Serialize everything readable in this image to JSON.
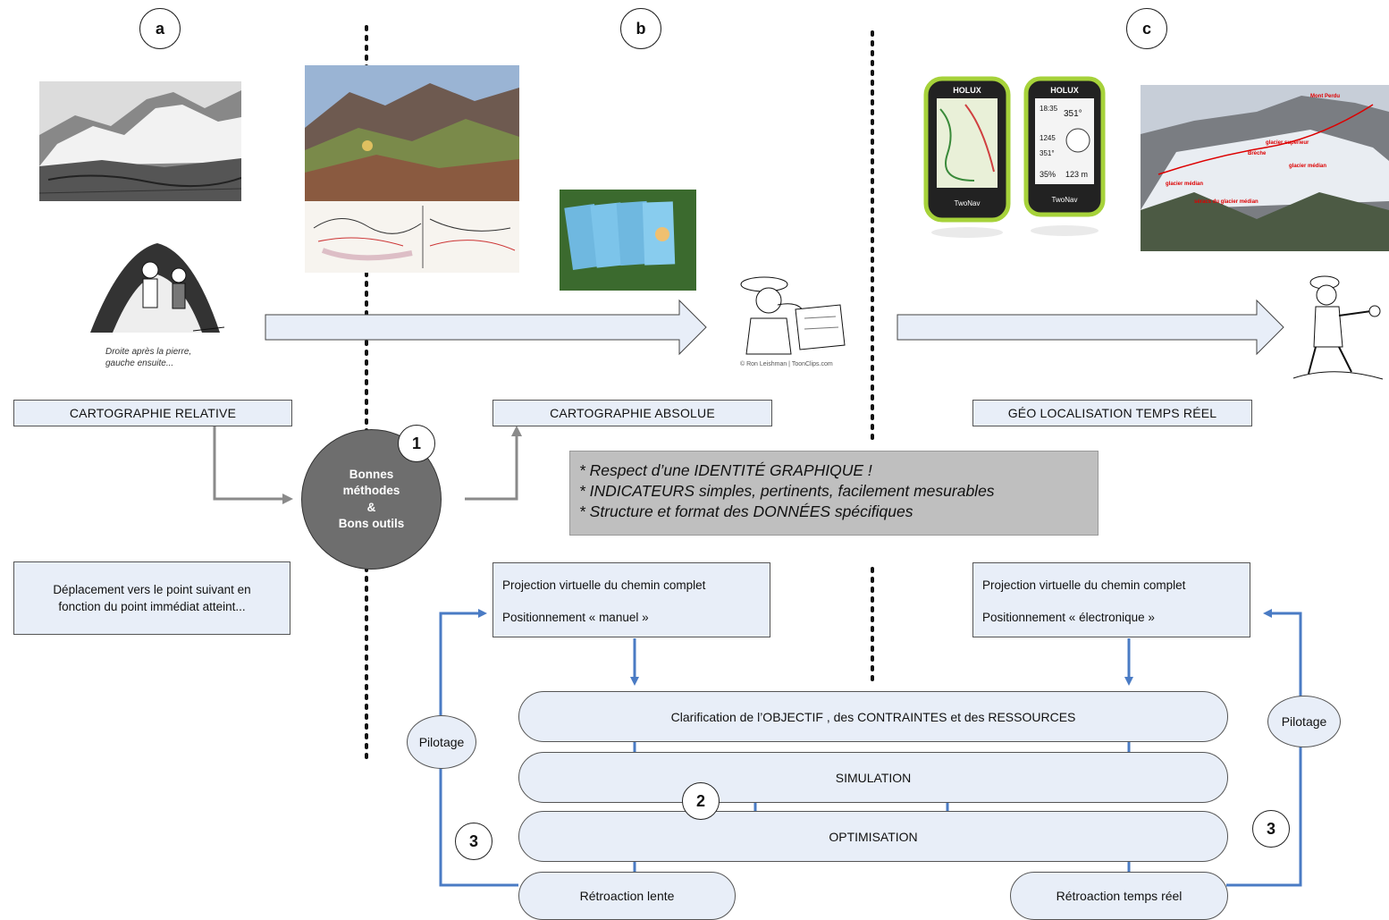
{
  "sections": {
    "a": "a",
    "b": "b",
    "c": "c"
  },
  "labels": {
    "relative": "CARTOGRAPHIE RELATIVE",
    "absolute": "CARTOGRAPHIE ABSOLUE",
    "geo": "GÉO LOCALISATION TEMPS RÉEL"
  },
  "caption_a": "Droite après la pierre, gauche ensuite...",
  "credit_b": "© Ron Leishman | ToonClips.com",
  "center_circle": {
    "number": "1",
    "line1": "Bonnes",
    "line2": "méthodes",
    "line3": "&",
    "line4": "Bons outils"
  },
  "grey_box": {
    "line1": "* Respect d’une IDENTITÉ GRAPHIQUE !",
    "line2": "* INDICATEURS simples, pertinents, facilement mesurables",
    "line3": "* Structure et format des DONNÉES spécifiques"
  },
  "desc_a": "Déplacement vers le point suivant en fonction du point immédiat atteint...",
  "proj_b": {
    "line1": "Projection virtuelle du chemin complet",
    "line2": "Positionnement « manuel »"
  },
  "proj_c": {
    "line1": "Projection virtuelle du chemin complet",
    "line2": "Positionnement « électronique »"
  },
  "process": {
    "clarification": "Clarification de l’OBJECTIF , des CONTRAINTES et des RESSOURCES",
    "simulation": "SIMULATION",
    "optimisation": "OPTIMISATION",
    "number": "2"
  },
  "feedback": {
    "slow": "Rétroaction lente",
    "realtime": "Rétroaction temps réel"
  },
  "pilotage": {
    "left": "Pilotage",
    "right": "Pilotage"
  },
  "loop_numbers": {
    "left": "3",
    "right": "3"
  },
  "gps": {
    "brand": "HOLUX",
    "model": "TwoNav",
    "readouts": [
      "18:35",
      "351°",
      "1245",
      "351°",
      "35%",
      "123 m"
    ]
  },
  "mountain_labels": [
    "Mont Perdu",
    "glacier médian",
    "Brèche",
    "glacier supérieur",
    "glacier médian",
    "séracs du glacier médian"
  ],
  "colors": {
    "box_fill": "#e8eef8",
    "arrow_blue": "#4a7bc4",
    "grey_circle": "#6e6e6e",
    "grey_box": "#bfbfbf",
    "gps_green": "#a6d23a"
  }
}
